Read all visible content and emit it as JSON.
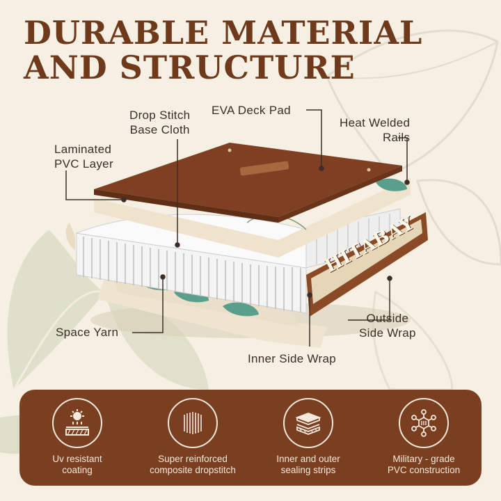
{
  "title": {
    "line1": "DURABLE MATERIAL",
    "line2": "AND STRUCTURE"
  },
  "labels": {
    "drop_stitch": [
      "Drop Stitch",
      "Base Cloth"
    ],
    "eva_deck_pad": "EVA Deck Pad",
    "heat_welded": [
      "Heat Welded",
      "Rails"
    ],
    "laminated_pvc": [
      "Laminated",
      "PVC Layer"
    ],
    "space_yarn": "Space Yarn",
    "outside_wrap": [
      "Outside",
      "Side Wrap"
    ],
    "inner_wrap": "Inner Side Wrap"
  },
  "brand": "HITABAY",
  "features": [
    {
      "icon": "sun-shield-icon",
      "line1": "Uv resistant",
      "line2": "coating"
    },
    {
      "icon": "dropstitch-icon",
      "line1": "Super reinforced",
      "line2": "composite dropstitch"
    },
    {
      "icon": "layers-icon",
      "line1": "Inner and outer",
      "line2": "sealing strips"
    },
    {
      "icon": "molecule-icon",
      "line1": "Military - grade",
      "line2": "PVC construction"
    }
  ],
  "colors": {
    "brown": "#7a3e21",
    "title_brown": "#6e3a1b",
    "cream": "#f6efe3",
    "teal": "#5a9e8c",
    "leaf_green": "#c9cfb3"
  }
}
